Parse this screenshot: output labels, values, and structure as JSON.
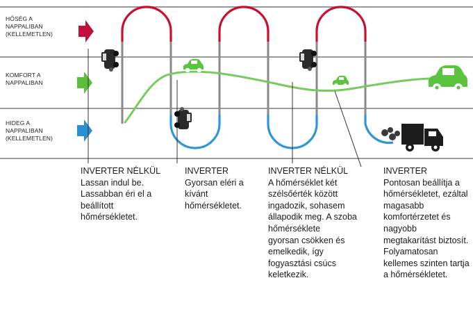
{
  "zones": [
    {
      "id": "hot",
      "label": "HŐSÉG A\nNAPPALIBAN\n(KELLEMETLEN)",
      "arrow_color": "#c0103a"
    },
    {
      "id": "comfort",
      "label": "KOMFORT A\nNAPPALIBAN",
      "arrow_color": "#5bbf3a"
    },
    {
      "id": "cold",
      "label": "HIDEG A\nNAPPALIBAN\n(KELLEMETLEN)",
      "arrow_color": "#2b8fd4"
    }
  ],
  "colors": {
    "grid_line": "#9a9a9a",
    "hot_curve": "#c8102e",
    "cold_curve": "#2e96d6",
    "inverter_curve": "#76cc5a",
    "riser": "#8a8a8a",
    "car_green": "#5cc33f",
    "car_dark": "#2a2a2a",
    "pointer_line": "#333333"
  },
  "icons": [
    "car-icon",
    "truck-icon",
    "smoke-icon",
    "arrow-icon"
  ],
  "captions": [
    {
      "title": "INVERTER NÉLKÜL",
      "body": "Lassan indul be.\nLassabban éri el a\nbeállított\nhőmérsékletet."
    },
    {
      "title": "INVERTER",
      "body": "Gyorsan eléri a\nkívánt\nhőmérsékletet."
    },
    {
      "title": "INVERTER NÉLKÜL",
      "body": "A hőmérséklet két\nszélsőérték között\ningadozik, sohasem\nállapodik meg. A szoba\nhőmérséklete\n gyorsan csökken és\nemelkedik, így\nfogyasztási csúcs\nkeletkezik."
    },
    {
      "title": "INVERTER",
      "body": "Pontosan beállítja a\nhőmérsékletet, ezáltal\nmagasabb\nkomfortérzetet és\nnagyobb\nmegtakarítást biztosít.\nFolyamatosan\nkellemes szinten tartja\na hőmérsékletet."
    }
  ]
}
